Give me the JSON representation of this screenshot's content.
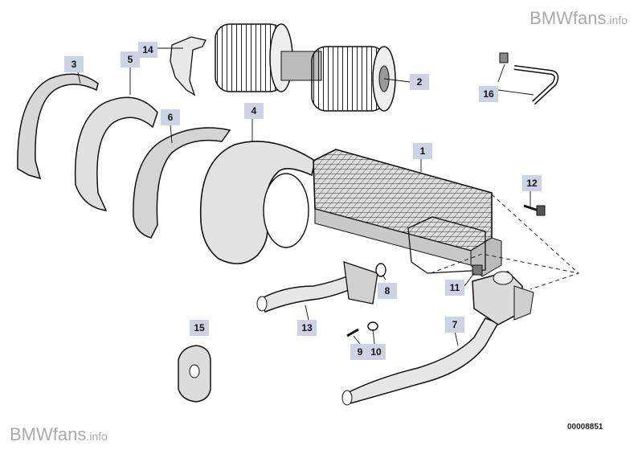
{
  "watermark": {
    "brand": "BMWfans",
    "suffix": ".info"
  },
  "diagram_number": "00008851",
  "callouts": {
    "p1": "1",
    "p2": "2",
    "p3": "3",
    "p4": "4",
    "p5": "5",
    "p6": "6",
    "p7": "7",
    "p8": "8",
    "p9": "9",
    "p10": "10",
    "p11": "11",
    "p12": "12",
    "p13": "13",
    "p14": "14",
    "p15": "15",
    "p16": "16"
  }
}
